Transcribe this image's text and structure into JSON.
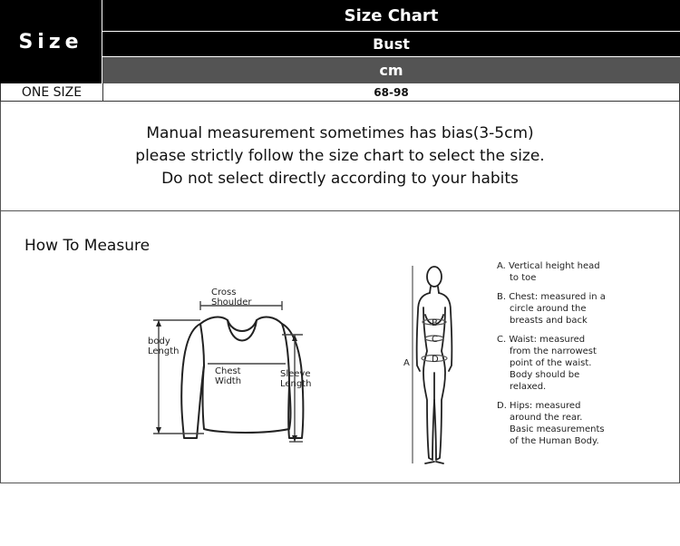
{
  "table": {
    "size_header": "Size",
    "title": "Size Chart",
    "measure": "Bust",
    "unit": "cm",
    "rows": [
      {
        "size": "ONE SIZE",
        "bust": "68-98"
      }
    ]
  },
  "note": {
    "lines": [
      "Manual measurement sometimes has bias(3-5cm)",
      "please strictly follow the size chart to select the size.",
      "Do not select directly according to your habits"
    ]
  },
  "measure": {
    "title": "How To Measure",
    "garment_labels": {
      "cross_shoulder": [
        "Cross",
        "Shoulder"
      ],
      "body_length": [
        "body",
        "Length"
      ],
      "chest_width": [
        "Chest",
        "Width"
      ],
      "sleeve_length": [
        "Sleeve",
        "Length"
      ]
    },
    "figure_labels": {
      "a": "A",
      "b": "B",
      "c": "C",
      "d": "D"
    },
    "definitions": [
      {
        "first": "A. Vertical height head",
        "rest": [
          "to toe"
        ]
      },
      {
        "first": "B. Chest: measured in a",
        "rest": [
          "circle around the",
          "breasts and back"
        ]
      },
      {
        "first": "C. Waist: measured",
        "rest": [
          "from the narrowest",
          "point of the waist.",
          "Body should be",
          "relaxed."
        ]
      },
      {
        "first": "D. Hips: measured",
        "rest": [
          "around the rear.",
          "Basic measurements",
          "of the Human Body."
        ]
      }
    ]
  }
}
